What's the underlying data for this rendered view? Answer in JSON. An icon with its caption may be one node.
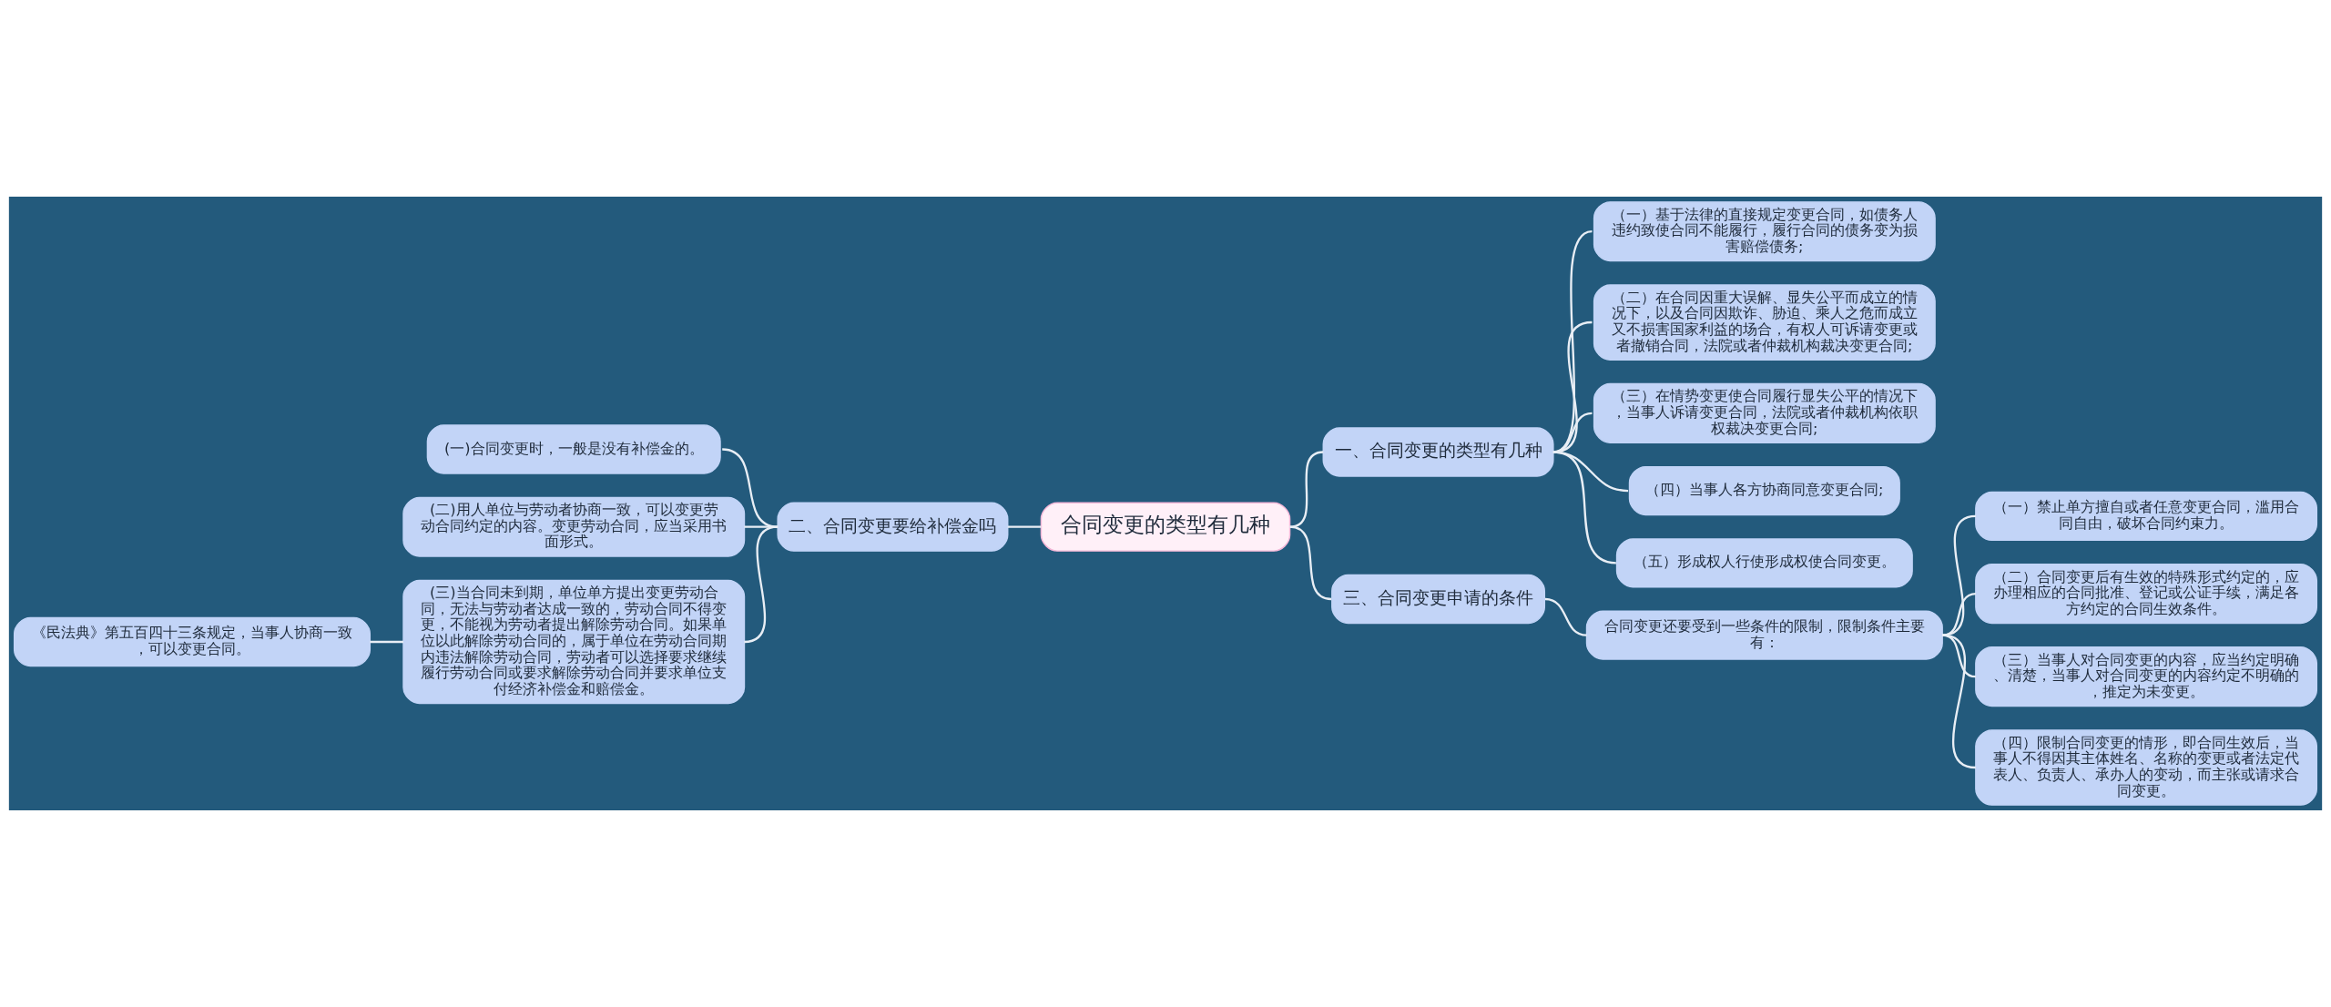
{
  "diagram": {
    "nodes": [
      {
        "text": [
          "合同变更的类型有几种"
        ]
      },
      {
        "text": [
          "二、合同变更要给补偿金吗"
        ]
      },
      {
        "text": [
          "(一)合同变更时，一般是没有补偿金的。"
        ]
      },
      {
        "text": [
          "(二)用人单位与劳动者协商一致，可以变更劳动合同约定的内容。变更劳动合同，应当采用书面形式。"
        ]
      },
      {
        "text": [
          "(三)当合同未到期，单位单方提出变更劳动合同，无法与劳动者达成一致的，劳动合同不得变更，不能视为劳动者提出解除劳动合同。如果单位以此解除劳动合同的，属于单位在劳动合同期内违法解除劳动合同，劳动者可以选择要求继续履行劳动合同或要求解除劳动合同并要求单位支付经济补偿金和赔偿金。"
        ]
      },
      {
        "text": [
          "《民法典》第五百四十三条规定，当事人协商一致，可以变更合同。"
        ]
      },
      {
        "text": [
          "一、合同变更的类型有几种"
        ]
      },
      {
        "text": [
          "（一）基于法律的直接规定变更合同，如债务人违约致使合同不能履行，履行合同的债务变为损害赔偿债务;"
        ]
      },
      {
        "text": [
          "（二）在合同因重大误解、显失公平而成立的情况下，以及合同因欺诈、胁迫、乘人之危而成立又不损害国家利益的场合，有权人可诉请变更或者撤销合同，法院或者仲裁机构裁决变更合同;"
        ]
      },
      {
        "text": [
          "（三）在情势变更使合同履行显失公平的情况下，当事人诉请变更合同，法院或者仲裁机构依职权裁决变更合同;"
        ]
      },
      {
        "text": [
          "（四）当事人各方协商同意变更合同;"
        ]
      },
      {
        "text": [
          "（五）形成权人行使形成权使合同变更。"
        ]
      },
      {
        "text": [
          "三、合同变更申请的条件"
        ]
      },
      {
        "text": [
          "合同变更还要受到一些条件的限制，限制条件主要有："
        ]
      },
      {
        "text": [
          "（一）禁止单方擅自或者任意变更合同，滥用合同自由，破坏合同约束力。"
        ]
      },
      {
        "text": [
          "（二）合同变更后有生效的特殊形式约定的，应办理相应的合同批准、登记或公证手续，满足各方约定的合同生效条件。"
        ]
      },
      {
        "text": [
          "（三）当事人对合同变更的内容，应当约定明确、清楚，当事人对合同变更的内容约定不明确的，推定为未变更。"
        ]
      },
      {
        "text": [
          "（四）限制合同变更的情形，即合同生效后，当事人不得因其主体姓名、名称的变更或者法定代表人、负责人、承办人的变动，而主张或请求合同变更。"
        ]
      }
    ],
    "edges": [
      {
        "from": 0,
        "to": 1,
        "arrow": "none"
      },
      {
        "from": 1,
        "to": 2,
        "arrow": "none"
      },
      {
        "from": 1,
        "to": 3,
        "arrow": "none"
      },
      {
        "from": 1,
        "to": 4,
        "arrow": "none"
      },
      {
        "from": 4,
        "to": 5,
        "arrow": "none"
      },
      {
        "from": 0,
        "to": 6,
        "arrow": "none"
      },
      {
        "from": 6,
        "to": 7,
        "arrow": "none"
      },
      {
        "from": 6,
        "to": 8,
        "arrow": "none"
      },
      {
        "from": 6,
        "to": 9,
        "arrow": "none"
      },
      {
        "from": 6,
        "to": 10,
        "arrow": "none"
      },
      {
        "from": 6,
        "to": 11,
        "arrow": "none"
      },
      {
        "from": 0,
        "to": 12,
        "arrow": "none"
      },
      {
        "from": 12,
        "to": 13,
        "arrow": "none"
      },
      {
        "from": 13,
        "to": 14,
        "arrow": "none"
      },
      {
        "from": 13,
        "to": 15,
        "arrow": "none"
      },
      {
        "from": 13,
        "to": 16,
        "arrow": "none"
      },
      {
        "from": 13,
        "to": 17,
        "arrow": "none"
      }
    ]
  }
}
